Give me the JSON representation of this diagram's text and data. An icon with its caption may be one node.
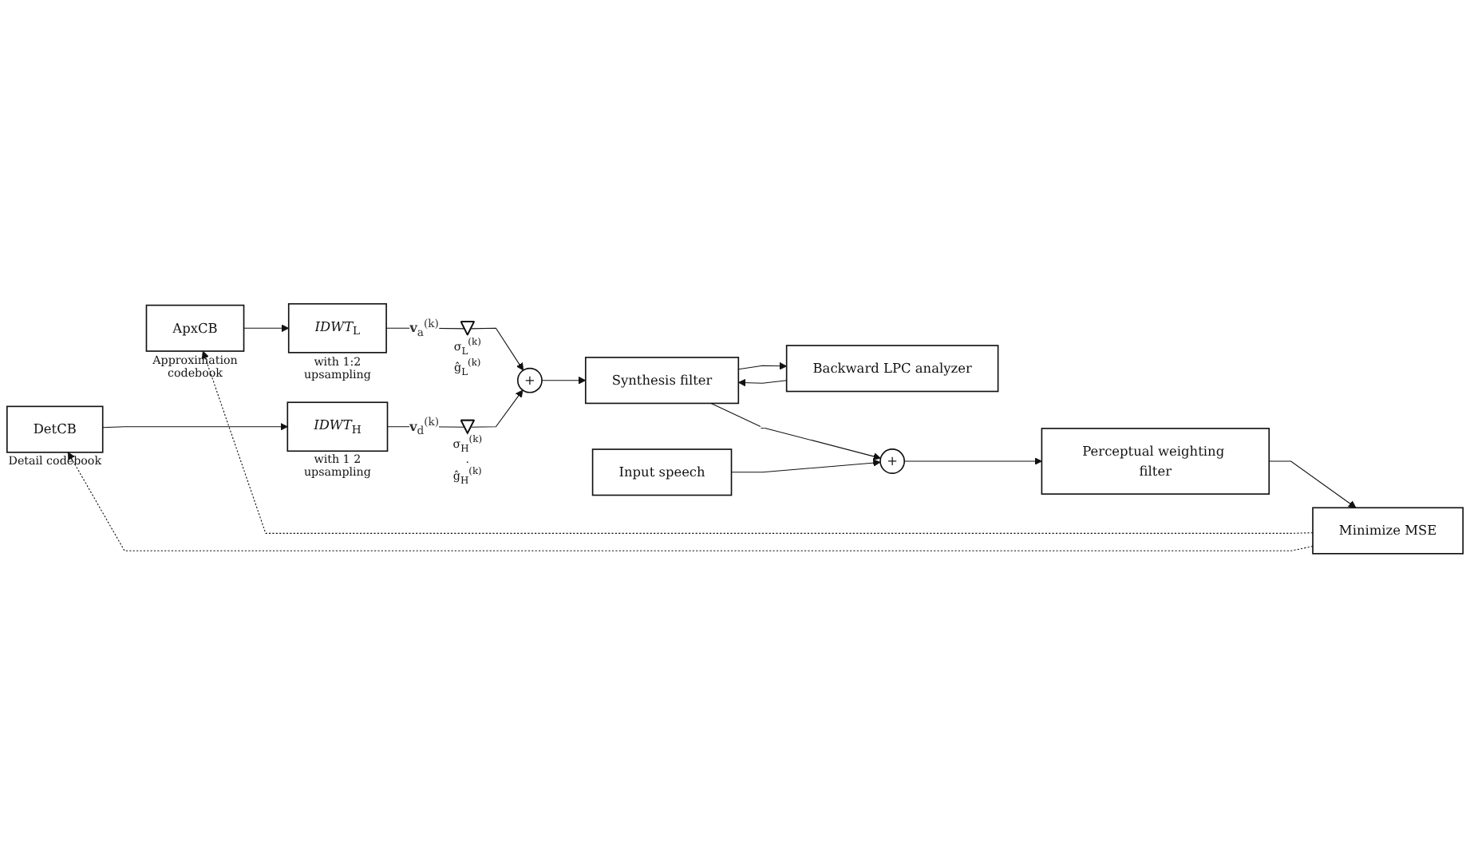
{
  "diagram": {
    "nodes": [
      {
        "text": [
          "ApxCB"
        ],
        "beside": [
          "Approximation codebook"
        ]
      },
      {
        "text": [
          "*IDWT*$_{L}$"
        ],
        "beside": [
          "with 1:2 upsampling"
        ]
      },
      {
        "text": [],
        "shape": "triangle",
        "beside": [
          "σ$_{L}$$^{(k)}$",
          "ĝ$_{L}$$^{(k)}$"
        ]
      },
      {
        "text": [
          "+"
        ]
      },
      {
        "text": [
          "DetCB"
        ],
        "beside": [
          "Detail codebook"
        ]
      },
      {
        "text": [
          "*IDWT*$_{H}$"
        ],
        "beside": [
          "with 1 2 upsampling"
        ]
      },
      {
        "text": [],
        "shape": "triangle",
        "beside": [
          "σ$_{H}$$^{(k)}$ · ĝ$_{H}$$^{(k)}$"
        ]
      },
      {
        "text": [
          "Synthesis filter"
        ]
      },
      {
        "text": [
          "Backward LPC analyzer"
        ]
      },
      {
        "text": [
          "+"
        ]
      },
      {
        "text": [
          "Input speech"
        ]
      },
      {
        "text": [
          "Perceptual weighting filter"
        ]
      },
      {
        "text": [
          "Minimize MSE"
        ]
      }
    ],
    "edges": [
      {
        "from": 0,
        "to": 1,
        "arrow": "to"
      },
      {
        "from": 1,
        "to": 2,
        "arrow": "none",
        "label": "**v**$_{a}$$^{(k)}$"
      },
      {
        "from": 2,
        "to": 3,
        "arrow": "to"
      },
      {
        "from": 4,
        "to": 5,
        "arrow": "to"
      },
      {
        "from": 5,
        "to": 6,
        "arrow": "none",
        "label": "**v**$_{d}$$^{(k)}$"
      },
      {
        "from": 6,
        "to": 3,
        "arrow": "to"
      },
      {
        "from": 3,
        "to": 7,
        "arrow": "to"
      },
      {
        "from": 7,
        "to": 9,
        "arrow": "to",
        "label": "-"
      },
      {
        "from": 7,
        "to": 8,
        "arrow": "to"
      },
      {
        "from": 8,
        "to": 7,
        "arrow": "to"
      },
      {
        "from": 10,
        "to": 9,
        "arrow": "to"
      },
      {
        "from": 9,
        "to": 11,
        "arrow": "to"
      },
      {
        "from": 11,
        "to": 12,
        "arrow": "to"
      },
      {
        "from": 12,
        "to": 0,
        "arrow": "to",
        "style": "dashed"
      },
      {
        "from": 12,
        "to": 4,
        "arrow": "to",
        "style": "dashed"
      }
    ]
  }
}
